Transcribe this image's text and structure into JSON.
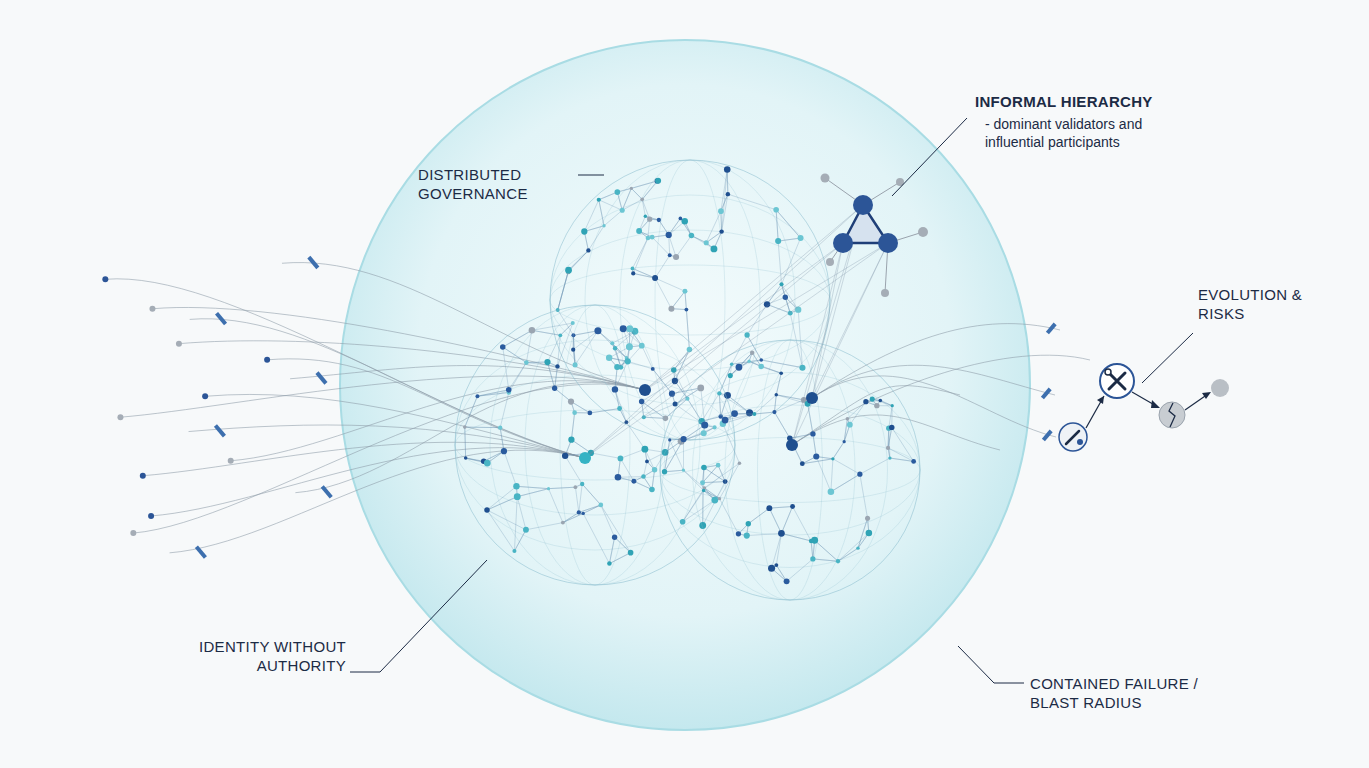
{
  "diagram": {
    "labels": [
      "DISTRIBUTED GOVERNANCE",
      "INFORMAL HIERARCHY",
      "- dominant validators and influential participants",
      "EVOLUTION & RISKS",
      "IDENTITY WITHOUT AUTHORITY",
      "CONTAINED FAILURE / BLAST RADIUS"
    ]
  }
}
